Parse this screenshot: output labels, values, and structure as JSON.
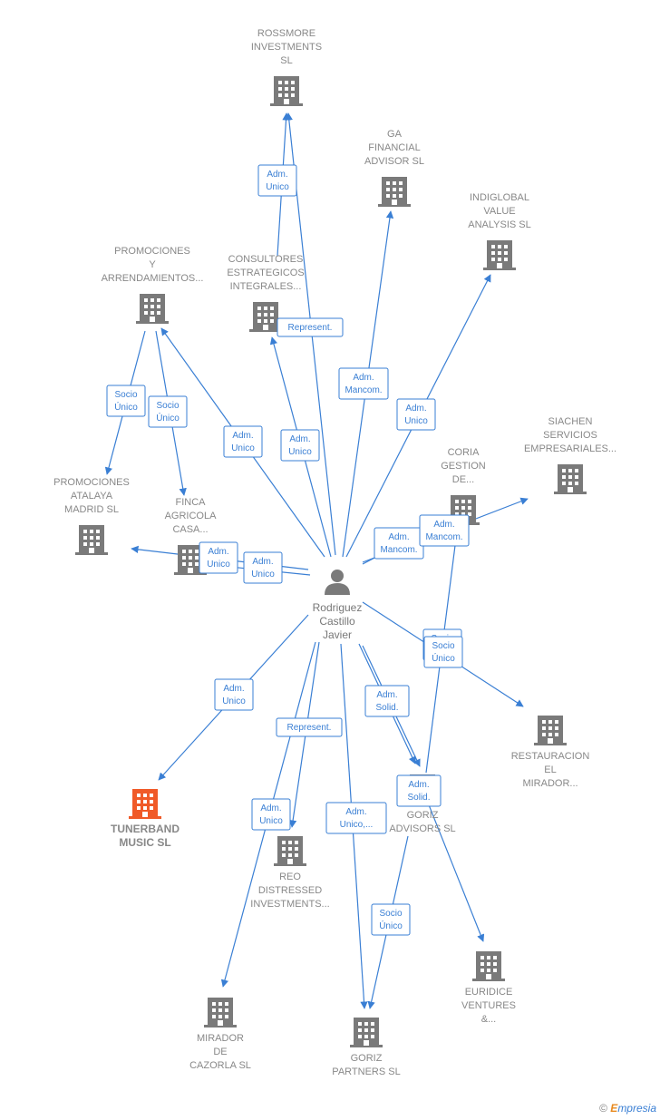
{
  "center": {
    "id": "person",
    "label": [
      "Rodriguez",
      "Castillo",
      "Javier"
    ],
    "icon": "person-icon"
  },
  "nodes": [
    {
      "id": "rossmore",
      "label": [
        "ROSSMORE",
        "INVESTMENTS",
        "SL"
      ],
      "icon": "building-icon"
    },
    {
      "id": "ga",
      "label": [
        "GA",
        "FINANCIAL",
        "ADVISOR  SL"
      ],
      "icon": "building-icon"
    },
    {
      "id": "indiglobal",
      "label": [
        "INDIGLOBAL",
        "VALUE",
        "ANALYSIS  SL"
      ],
      "icon": "building-icon"
    },
    {
      "id": "promo_arr",
      "label": [
        "PROMOCIONES",
        "Y",
        "ARRENDAMIENTOS..."
      ],
      "icon": "building-icon"
    },
    {
      "id": "consultores",
      "label": [
        "CONSULTORES",
        "ESTRATEGICOS",
        "INTEGRALES..."
      ],
      "icon": "building-icon"
    },
    {
      "id": "siachen",
      "label": [
        "SIACHEN",
        "SERVICIOS",
        "EMPRESARIALES..."
      ],
      "icon": "building-icon"
    },
    {
      "id": "coria",
      "label": [
        "CORIA",
        "GESTION",
        "DE..."
      ],
      "icon": "building-icon"
    },
    {
      "id": "promo_atalaya",
      "label": [
        "PROMOCIONES",
        "ATALAYA",
        "MADRID  SL"
      ],
      "icon": "building-icon"
    },
    {
      "id": "finca",
      "label": [
        "FINCA",
        "AGRICOLA",
        "CASA..."
      ],
      "icon": "building-icon"
    },
    {
      "id": "restauracion",
      "label": [
        "RESTAURACION",
        "EL",
        "MIRADOR..."
      ],
      "icon": "building-icon"
    },
    {
      "id": "tunerband",
      "label": [
        "TUNERBAND",
        "MUSIC  SL"
      ],
      "icon": "building-icon",
      "highlight": true
    },
    {
      "id": "goriz_adv",
      "label": [
        "GORIZ",
        "ADVISORS  SL"
      ],
      "icon": "building-icon"
    },
    {
      "id": "reo",
      "label": [
        "REO",
        "DISTRESSED",
        "INVESTMENTS..."
      ],
      "icon": "building-icon"
    },
    {
      "id": "euridice",
      "label": [
        "EURIDICE",
        "VENTURES",
        "&..."
      ],
      "icon": "building-icon"
    },
    {
      "id": "mirador_cazorla",
      "label": [
        "MIRADOR",
        "DE",
        "CAZORLA SL"
      ],
      "icon": "building-icon"
    },
    {
      "id": "goriz_partners",
      "label": [
        "GORIZ",
        "PARTNERS  SL"
      ],
      "icon": "building-icon"
    }
  ],
  "edges": [
    {
      "from": "person",
      "to": "rossmore",
      "label": [
        "Adm.",
        "Unico"
      ]
    },
    {
      "from": "consultores",
      "to": "rossmore",
      "label": []
    },
    {
      "from": "person",
      "to": "ga",
      "label": [
        "Adm.",
        "Mancom."
      ]
    },
    {
      "from": "person",
      "to": "indiglobal",
      "label": [
        "Adm.",
        "Unico"
      ]
    },
    {
      "from": "person",
      "to": "promo_arr",
      "label": [
        "Adm.",
        "Unico"
      ]
    },
    {
      "from": "person",
      "to": "consultores",
      "label": [
        "Adm.",
        "Unico"
      ]
    },
    {
      "from": "consultores",
      "to": "consultores",
      "label": [
        "Represent."
      ]
    },
    {
      "from": "promo_arr",
      "to": "promo_atalaya",
      "label": [
        "Socio",
        "Único"
      ]
    },
    {
      "from": "promo_arr",
      "to": "finca",
      "label": [
        "Socio",
        "Único"
      ]
    },
    {
      "from": "person",
      "to": "promo_atalaya",
      "label": [
        "Adm.",
        "Unico"
      ]
    },
    {
      "from": "person",
      "to": "finca",
      "label": [
        "Adm.",
        "Unico"
      ]
    },
    {
      "from": "person",
      "to": "siachen",
      "label": [
        "Adm.",
        "Mancom."
      ]
    },
    {
      "from": "person",
      "to": "coria",
      "label": [
        "Adm.",
        "Mancom."
      ]
    },
    {
      "from": "person",
      "to": "restauracion",
      "label": [
        "Socio",
        "Único"
      ]
    },
    {
      "from": "goriz_adv",
      "to": "coria",
      "label": [
        "Socio",
        "Único"
      ]
    },
    {
      "from": "person",
      "to": "tunerband",
      "label": [
        "Adm.",
        "Unico"
      ]
    },
    {
      "from": "person",
      "to": "goriz_adv",
      "label": [
        "Adm.",
        "Solid."
      ]
    },
    {
      "from": "person",
      "to": "goriz_adv",
      "label": [
        "Adm.",
        "Solid."
      ]
    },
    {
      "from": "person",
      "to": "reo",
      "label": [
        "Represent."
      ]
    },
    {
      "from": "person",
      "to": "mirador_cazorla",
      "label": [
        "Adm.",
        "Unico"
      ]
    },
    {
      "from": "person",
      "to": "goriz_partners",
      "label": [
        "Adm.",
        "Unico,..."
      ]
    },
    {
      "from": "goriz_adv",
      "to": "goriz_partners",
      "label": [
        "Socio",
        "Único"
      ]
    },
    {
      "from": "goriz_adv",
      "to": "euridice",
      "label": []
    }
  ],
  "footer": {
    "copyright": "©",
    "brand_first": "E",
    "brand_rest": "mpresia"
  }
}
